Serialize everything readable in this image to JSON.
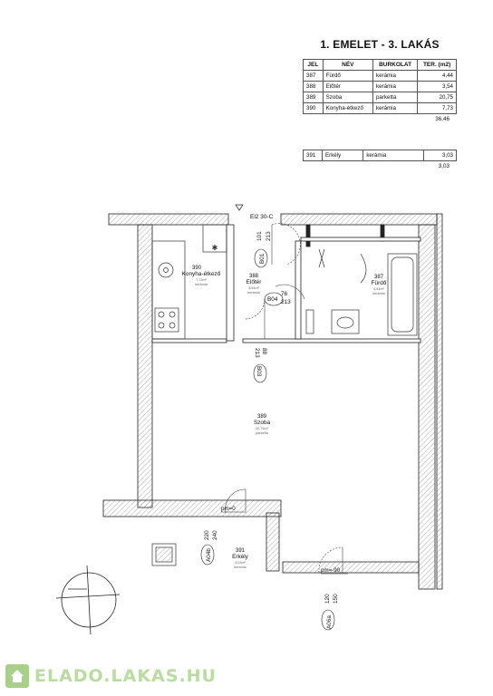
{
  "title": "1. EMELET - 3. LAKÁS",
  "table": {
    "headers": [
      "JEL",
      "NÉV",
      "BURKOLAT",
      "TER. (m2)"
    ],
    "rows": [
      [
        "387",
        "Fürdő",
        "kerámia",
        "4,44"
      ],
      [
        "388",
        "Előtér",
        "kerámia",
        "3,54"
      ],
      [
        "389",
        "Szoba",
        "parketta",
        "20,75"
      ],
      [
        "390",
        "Konyha-étkező",
        "kerámia",
        "7,73"
      ]
    ],
    "total": "36,46"
  },
  "balcony_table": {
    "rows": [
      [
        "391",
        "Erkély",
        "kerámia",
        "3,03"
      ]
    ],
    "total": "3,03"
  },
  "plan": {
    "corridor_label": "El2 30-C",
    "rooms": [
      {
        "id": "390",
        "name": "Konyha-étkező",
        "area": "7,73m²",
        "finish": "kerámia"
      },
      {
        "id": "388",
        "name": "Előtér",
        "area": "3,54m²",
        "finish": "kerámia"
      },
      {
        "id": "387",
        "name": "Fürdő",
        "area": "4,44m²",
        "finish": "kerámia"
      },
      {
        "id": "389",
        "name": "Szoba",
        "area": "20,75m²",
        "finish": "parketta"
      },
      {
        "id": "391",
        "name": "Erkély",
        "area": "3,03m²",
        "finish": "kerámia"
      }
    ],
    "doors": [
      {
        "tag": "B01",
        "w": "101",
        "h": "213"
      },
      {
        "tag": "B04",
        "w": "76",
        "h": "213"
      },
      {
        "tag": "B03",
        "w": "88",
        "h": "213"
      },
      {
        "tag": "A04b",
        "w": "220",
        "h": "240"
      },
      {
        "tag": "A06a",
        "w": "120",
        "h": "150"
      }
    ],
    "levels": [
      "pm=0",
      "pm=-90"
    ]
  },
  "watermark": {
    "text": "ELADO.LAKAS.HU",
    "logo_icon": "house-icon",
    "color": "#a8d08a"
  }
}
